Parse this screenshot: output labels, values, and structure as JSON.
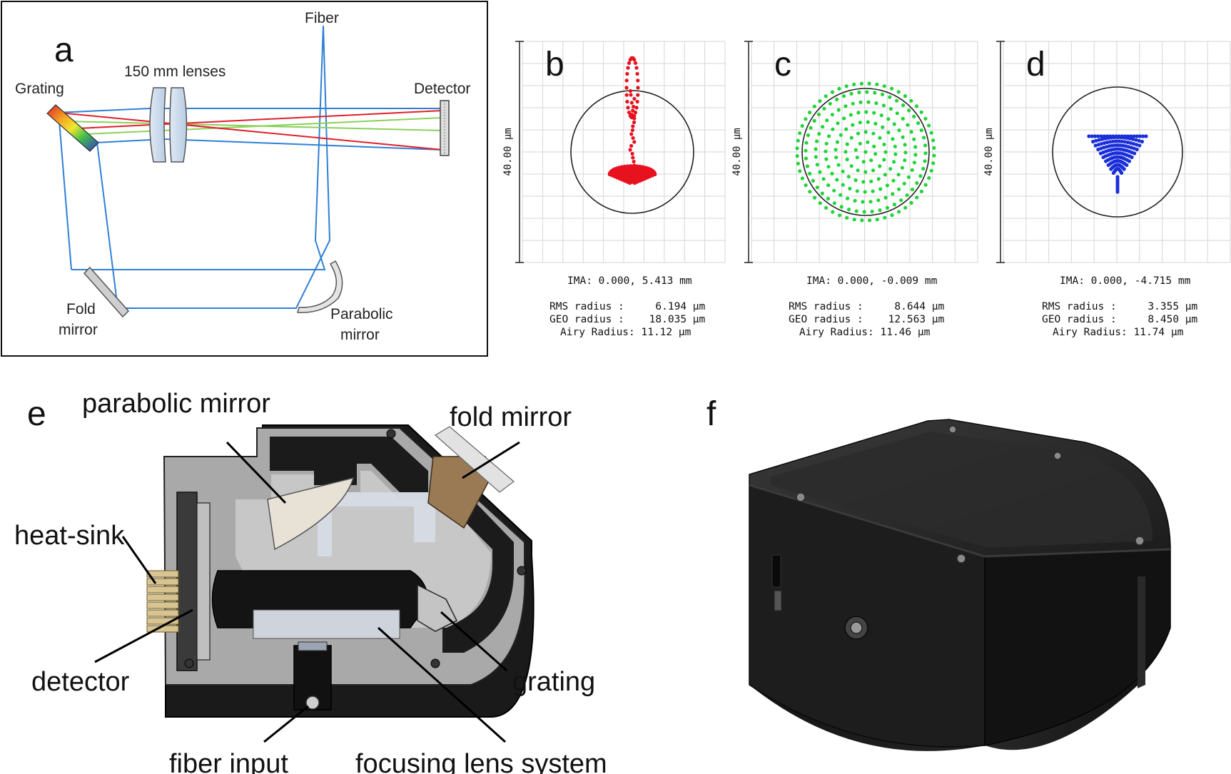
{
  "panel_a": {
    "letter": "a",
    "labels": {
      "grating": "Grating",
      "lenses": "150 mm lenses",
      "fiber": "Fiber",
      "detector": "Detector",
      "fold_mirror_1": "Fold",
      "fold_mirror_2": "mirror",
      "parabolic_mirror_1": "Parabolic",
      "parabolic_mirror_2": "mirror"
    },
    "colors": {
      "blue": "#2f7fd6",
      "green": "#8bd05a",
      "red": "#e0202a"
    }
  },
  "spot_diagrams": [
    {
      "letter": "b",
      "axis_label": "40.00 µm",
      "ima": "IMA: 0.000, 5.413 mm",
      "rms": "RMS radius :     6.194 µm",
      "geo": "GEO radius :    18.035 µm",
      "airy": "Airy Radius: 11.12 µm",
      "dot_color": "#e8121e",
      "pattern": "comet-vertical"
    },
    {
      "letter": "c",
      "axis_label": "40.00 µm",
      "ima": "IMA: 0.000, -0.009 mm",
      "rms": "RMS radius :     8.644 µm",
      "geo": "GEO radius :    12.563 µm",
      "airy": "Airy Radius: 11.46 µm",
      "dot_color": "#22d43a",
      "pattern": "rings"
    },
    {
      "letter": "d",
      "axis_label": "40.00 µm",
      "ima": "IMA: 0.000, -4.715 mm",
      "rms": "RMS radius :     3.355 µm",
      "geo": "GEO radius :     8.450 µm",
      "airy": "Airy Radius: 11.74 µm",
      "dot_color": "#1a2fd8",
      "pattern": "fan-down"
    }
  ],
  "panel_e": {
    "letter": "e",
    "labels": {
      "parabolic_mirror": "parabolic mirror",
      "fold_mirror": "fold mirror",
      "heat_sink": "heat-sink",
      "detector": "detector",
      "grating": "grating",
      "fiber_input": "fiber input",
      "focusing_lens_system": "focusing lens system"
    }
  },
  "panel_f": {
    "letter": "f"
  }
}
